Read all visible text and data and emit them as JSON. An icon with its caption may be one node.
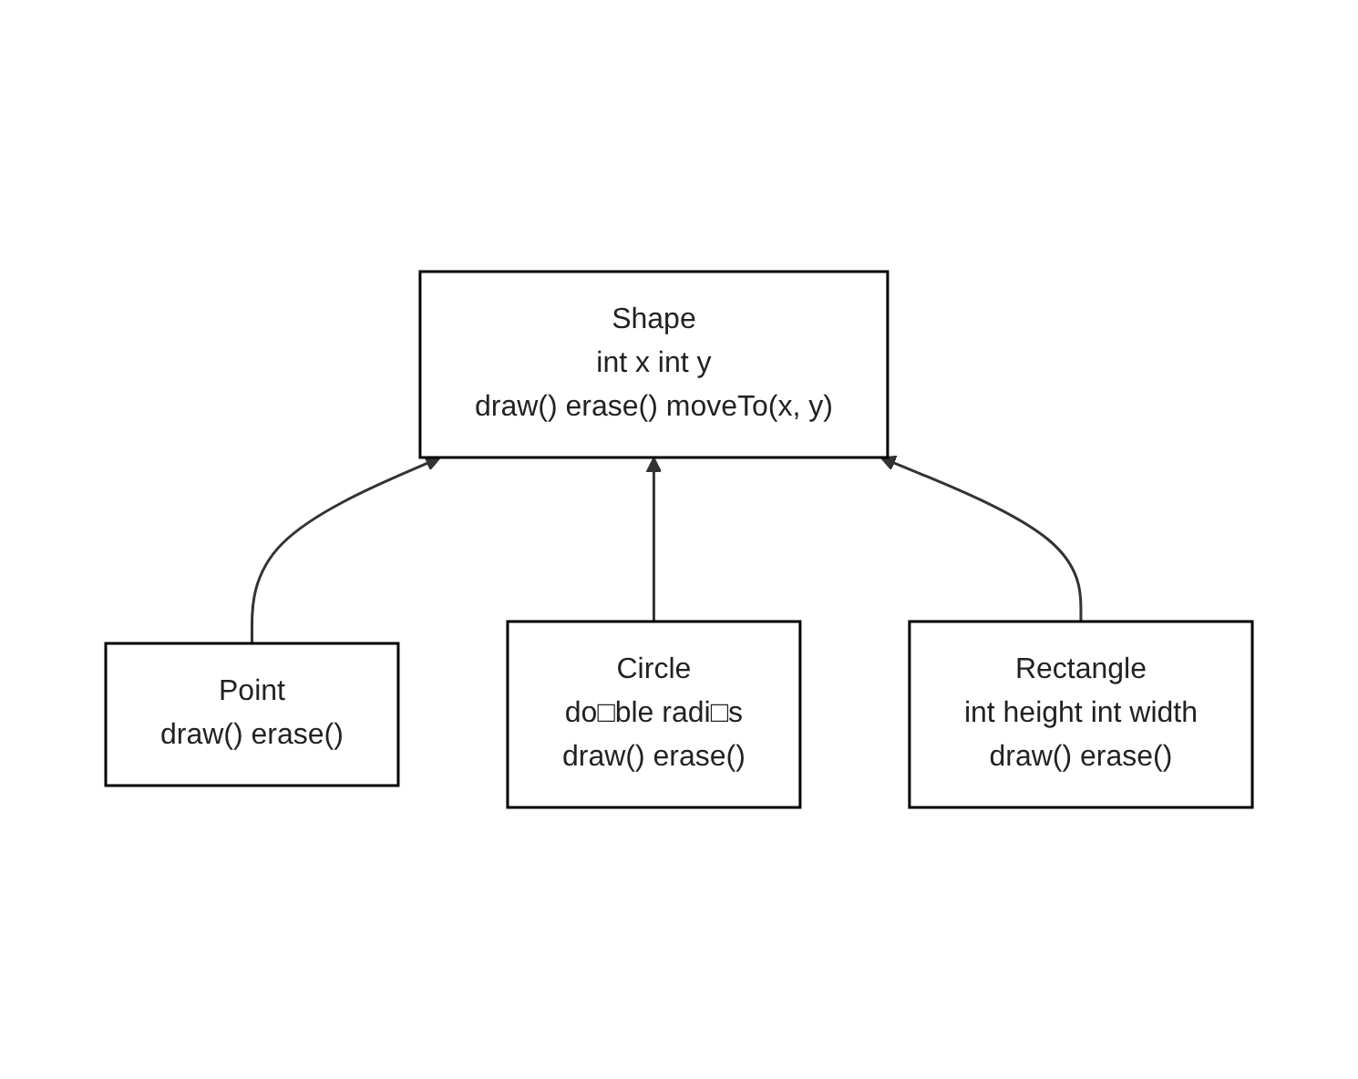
{
  "diagram": {
    "nodes": [
      {
        "text": [
          "Shape",
          "int x int y",
          "draw() erase() moveTo(x, y)"
        ]
      },
      {
        "text": [
          "Point",
          "draw() erase()"
        ]
      },
      {
        "text": [
          "Circle",
          "do□ble radi□s",
          "draw() erase()"
        ]
      },
      {
        "text": [
          "Rectangle",
          "int height int width",
          "draw() erase()"
        ]
      }
    ],
    "edges": [
      {
        "from": 1,
        "to": 0,
        "arrow": "to"
      },
      {
        "from": 2,
        "to": 0,
        "arrow": "to"
      },
      {
        "from": 3,
        "to": 0,
        "arrow": "to"
      }
    ]
  }
}
